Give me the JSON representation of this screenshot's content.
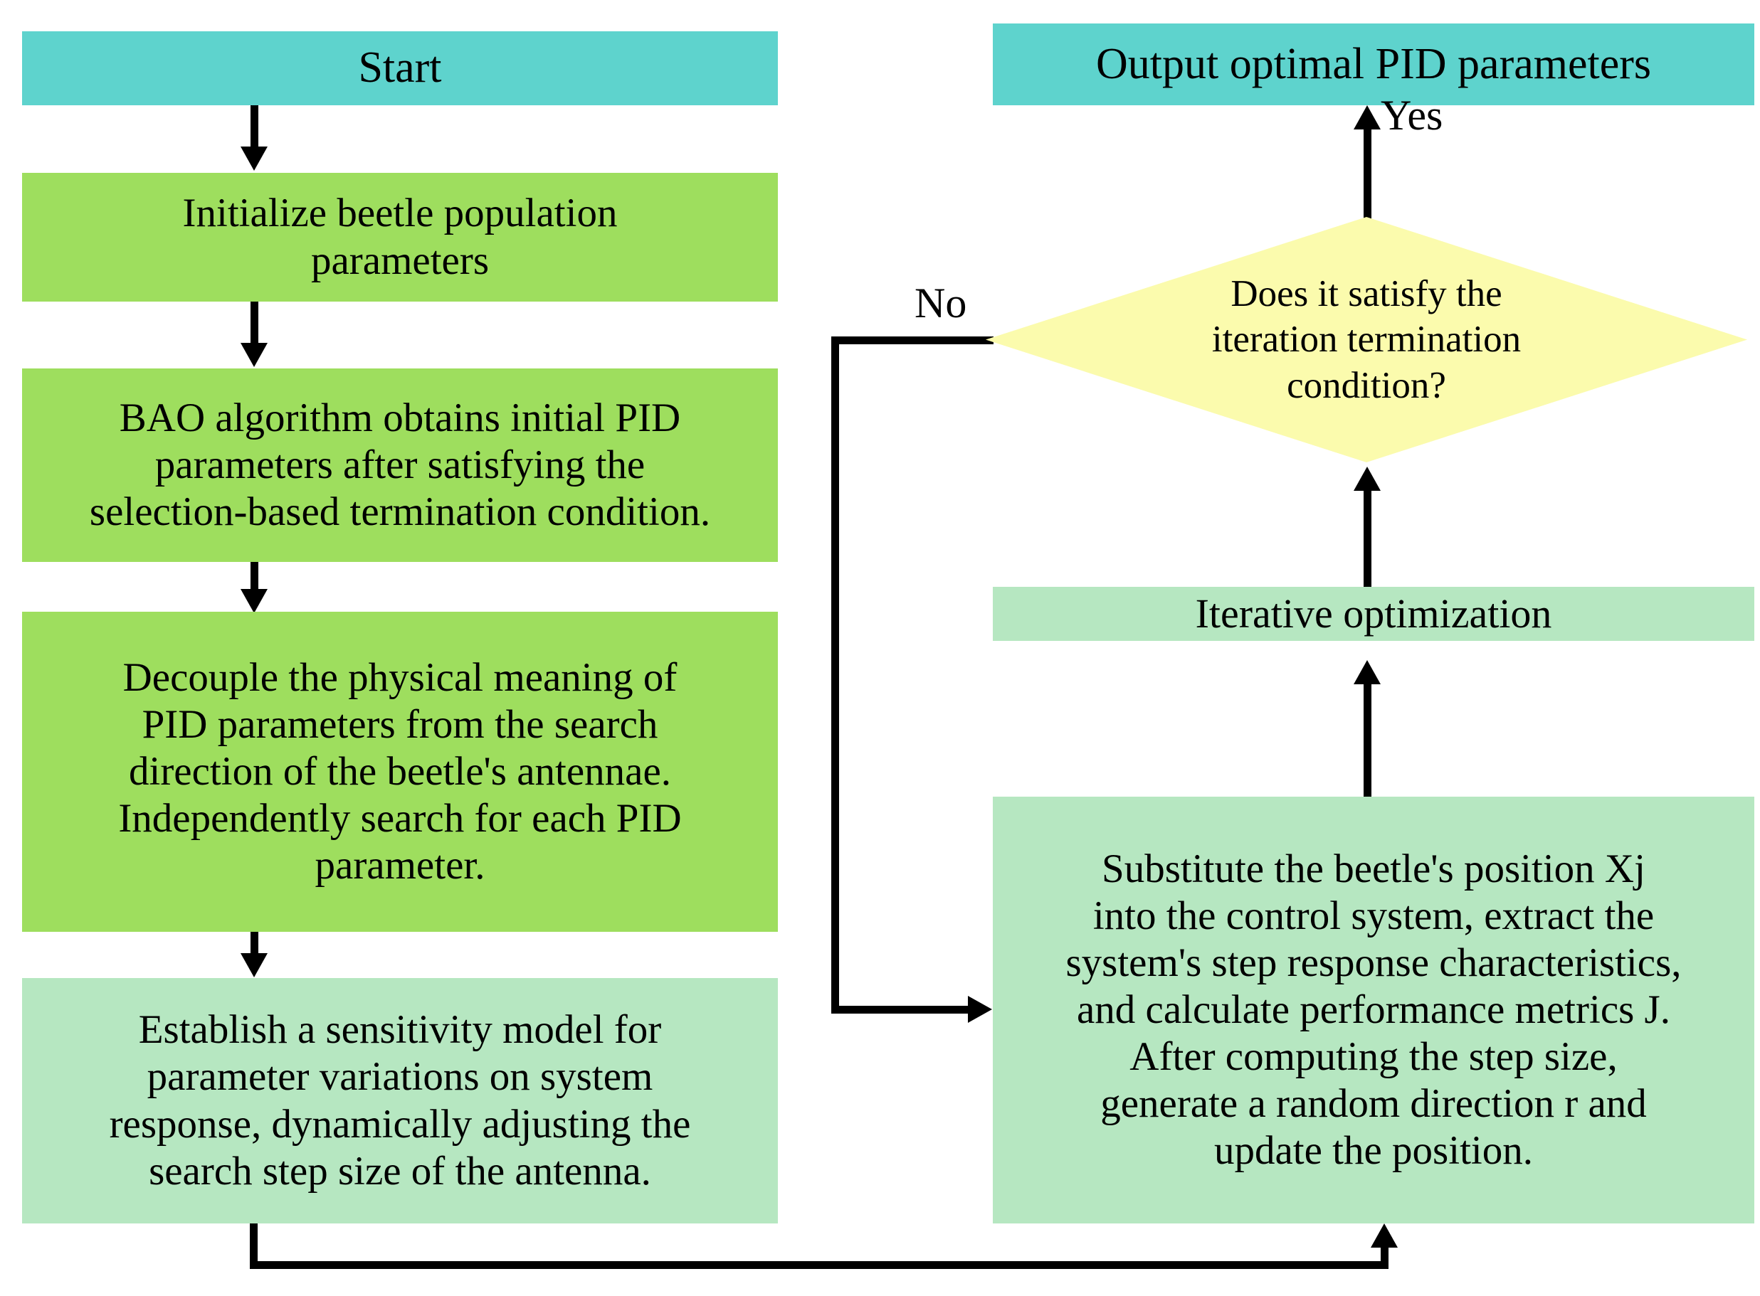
{
  "diagram": {
    "title": "BAO-based PID parameter optimization flowchart",
    "type": "flowchart",
    "background": "#ffffff",
    "colors": {
      "terminal": "#5ed3cd",
      "process_dark": "#9ede5e",
      "process_light": "#b6e7c1",
      "decision": "#fbfbad",
      "connector": "#000000",
      "text": "#000000"
    }
  },
  "nodes": {
    "start": {
      "label": "Start",
      "shape": "terminal",
      "color": "#5ed3cd"
    },
    "init_population": {
      "label": "Initialize beetle population\nparameters",
      "shape": "process",
      "color": "#9ede5e"
    },
    "bao_initial_pid": {
      "label": "BAO algorithm obtains initial PID\nparameters after satisfying the\nselection-based termination condition.",
      "shape": "process",
      "color": "#9ede5e"
    },
    "decouple": {
      "label": "Decouple the physical meaning of\nPID parameters from the search\ndirection of the beetle's antennae.\nIndependently search for each PID\nparameter.",
      "shape": "process",
      "color": "#9ede5e"
    },
    "sensitivity_model": {
      "label": "Establish a sensitivity model for\nparameter variations on system\nresponse, dynamically adjusting the\nsearch step size of the antenna.",
      "shape": "process",
      "color": "#b6e7c1"
    },
    "substitute_position": {
      "label": "Substitute the beetle's position Xj\ninto the control system, extract the\nsystem's step response characteristics,\nand calculate performance metrics J.\nAfter computing the step size,\ngenerate a random direction r and\nupdate the position.",
      "shape": "process",
      "color": "#b6e7c1"
    },
    "iterative_optimization": {
      "label": "Iterative optimization",
      "shape": "process",
      "color": "#b6e7c1"
    },
    "termination_decision": {
      "label": "Does it satisfy the\niteration termination\ncondition?",
      "shape": "decision",
      "color": "#fbfbad"
    },
    "output_pid": {
      "label": "Output optimal PID parameters",
      "shape": "terminal",
      "color": "#5ed3cd"
    }
  },
  "edges": [
    {
      "id": "start-to-init",
      "from": "start",
      "to": "init_population",
      "label": ""
    },
    {
      "id": "init-to-bao",
      "from": "init_population",
      "to": "bao_initial_pid",
      "label": ""
    },
    {
      "id": "bao-to-decouple",
      "from": "bao_initial_pid",
      "to": "decouple",
      "label": ""
    },
    {
      "id": "decouple-to-sensitivity",
      "from": "decouple",
      "to": "sensitivity_model",
      "label": ""
    },
    {
      "id": "sensitivity-to-substitute",
      "from": "sensitivity_model",
      "to": "substitute_position",
      "label": ""
    },
    {
      "id": "substitute-to-iterative",
      "from": "substitute_position",
      "to": "iterative_optimization",
      "label": ""
    },
    {
      "id": "iterative-to-decision",
      "from": "iterative_optimization",
      "to": "termination_decision",
      "label": ""
    },
    {
      "id": "decision-yes-to-output",
      "from": "termination_decision",
      "to": "output_pid",
      "label": "Yes"
    },
    {
      "id": "decision-no-to-substitute",
      "from": "termination_decision",
      "to": "substitute_position",
      "label": "No"
    }
  ],
  "edge_labels": {
    "yes": "Yes",
    "no": "No"
  }
}
